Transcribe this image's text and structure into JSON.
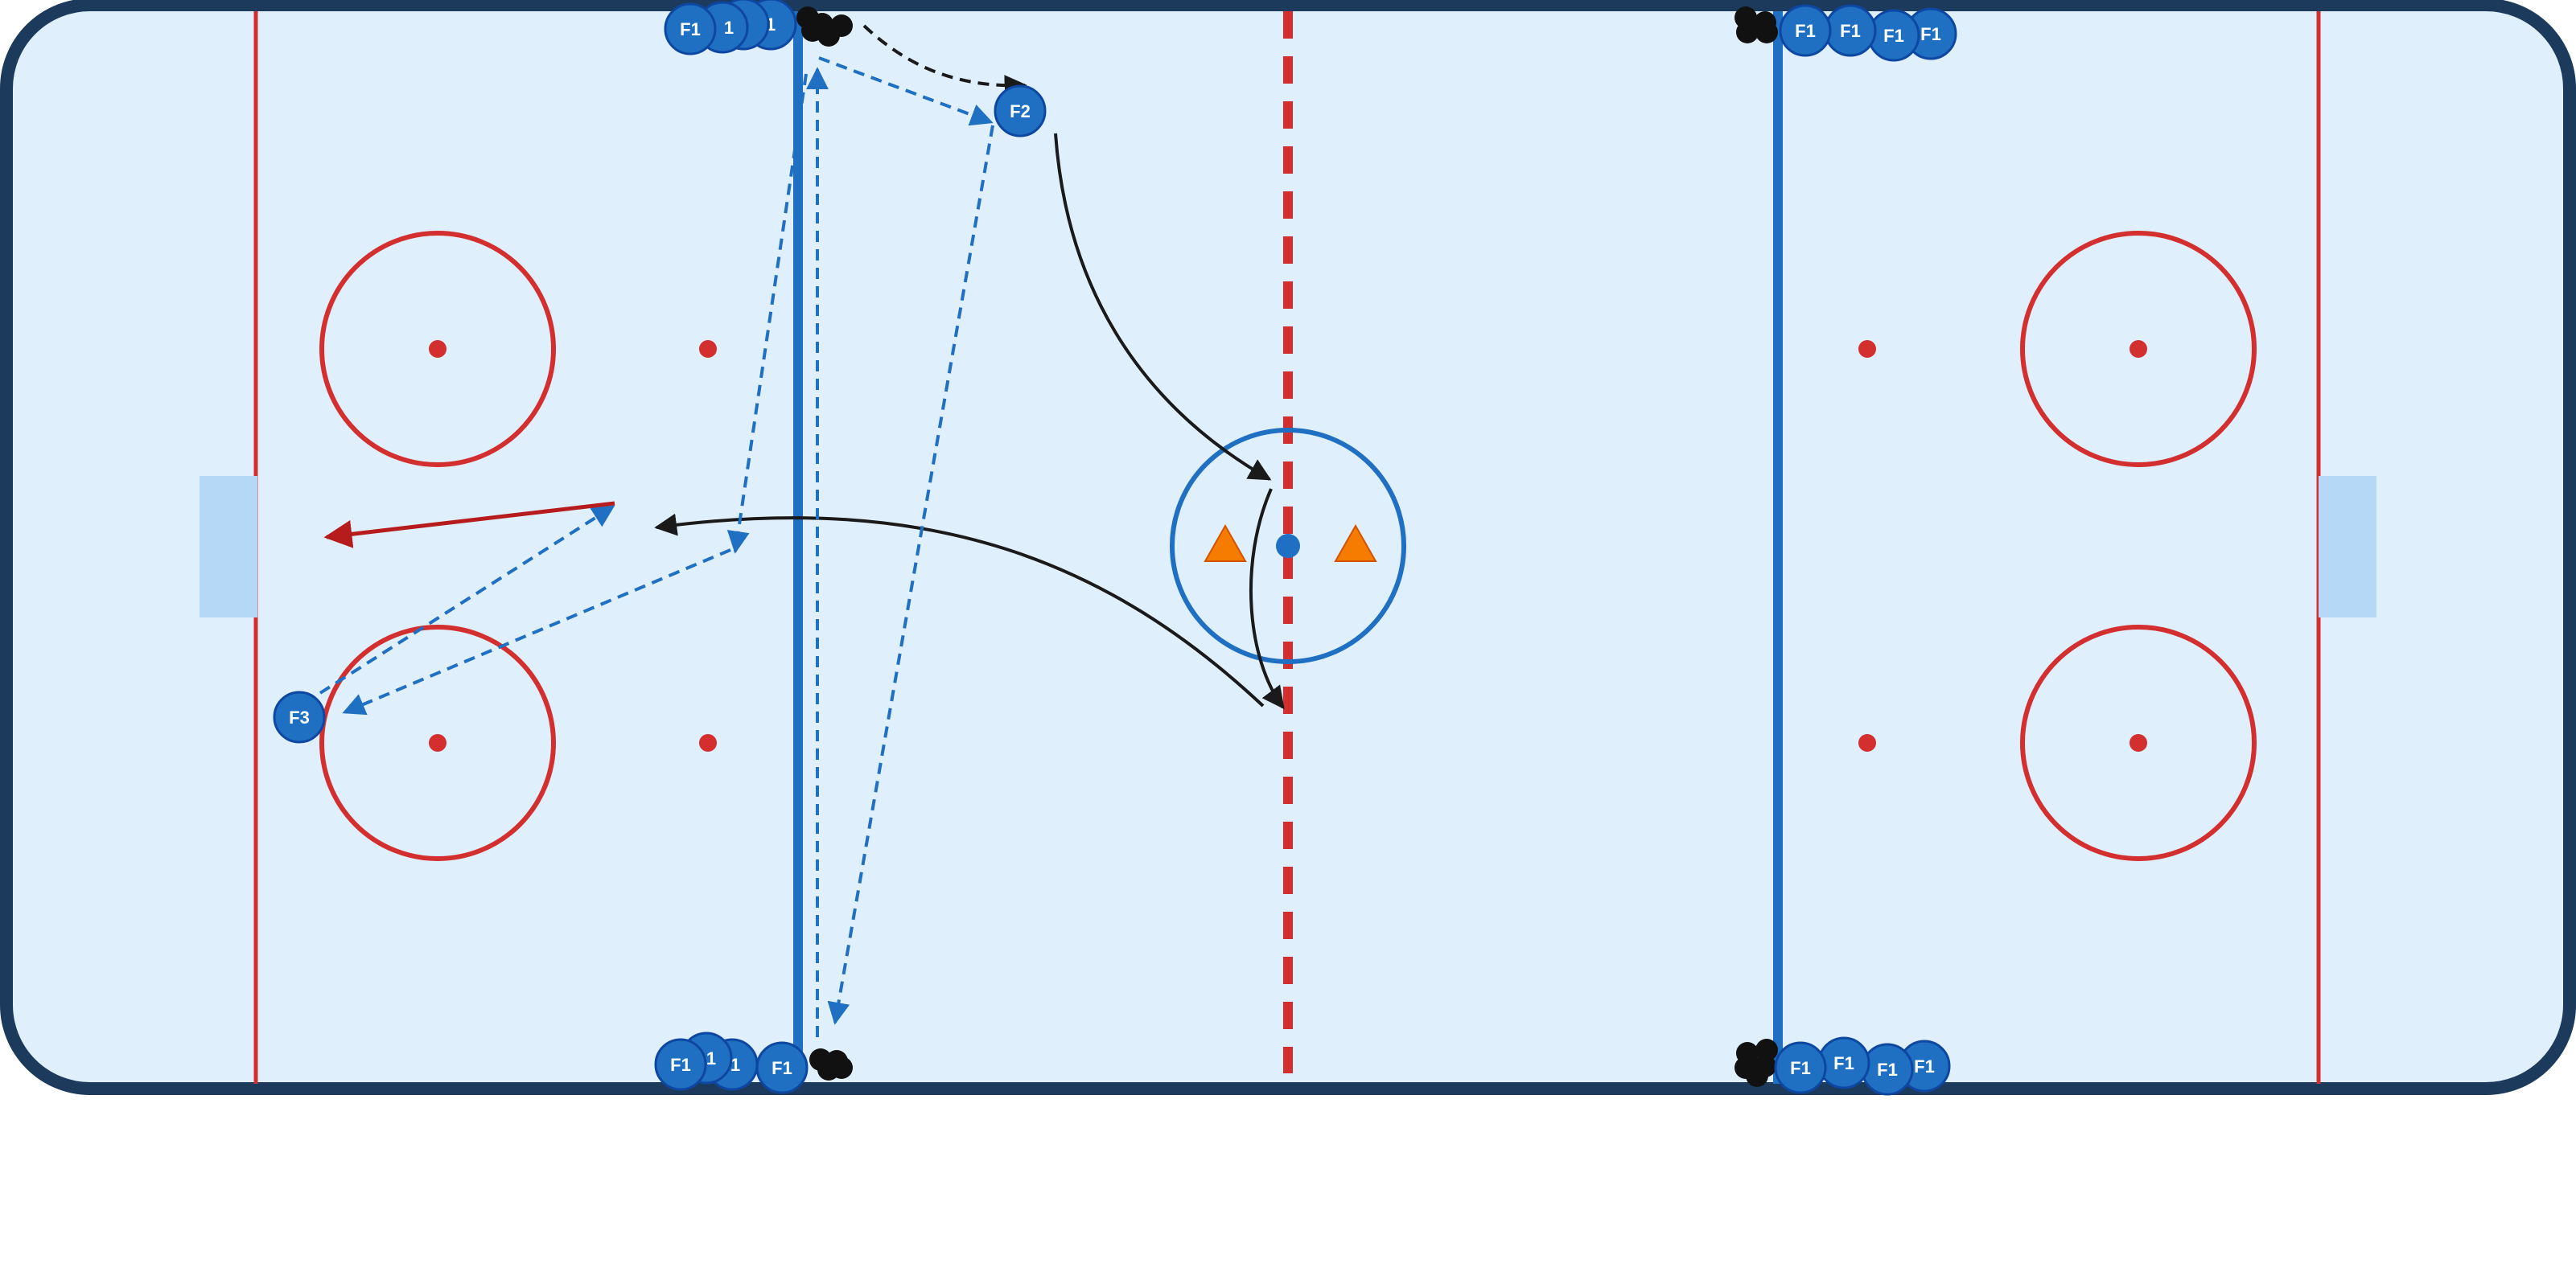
{
  "diagram": {
    "colors": {
      "ice": "#dfeffb",
      "board": "#1b3a5c",
      "red_line": "#d32f2f",
      "blue_line": "#1f6fc2",
      "crease": "#b5d8f7",
      "player_fill": "#1f6fc2",
      "player_stroke": "#0d47a1",
      "puck": "#111111",
      "cone": "#f57c00",
      "skate_path": "#1a1a1a",
      "pass_path": "#1f6fc2",
      "shot_path": "#b71c1c"
    },
    "players": {
      "top_left_group": [
        "F1",
        "1",
        "1",
        "1"
      ],
      "top_right_group": [
        "F1",
        "F1",
        "F1",
        "F1"
      ],
      "bottom_left_group": [
        "F1",
        "1",
        "1",
        "F1"
      ],
      "bottom_right_group": [
        "F1",
        "F1",
        "F1",
        "F1"
      ],
      "f2": "F2",
      "f3": "F3"
    },
    "icons": {
      "player": "player-circle-icon",
      "puck": "puck-icon",
      "cone": "cone-icon"
    },
    "path_legend": {
      "skate": "solid-black-arrow",
      "pass": "dashed-blue-arrow",
      "puck_carry": "dashed-black-arrow",
      "shot": "solid-red-arrow"
    }
  }
}
